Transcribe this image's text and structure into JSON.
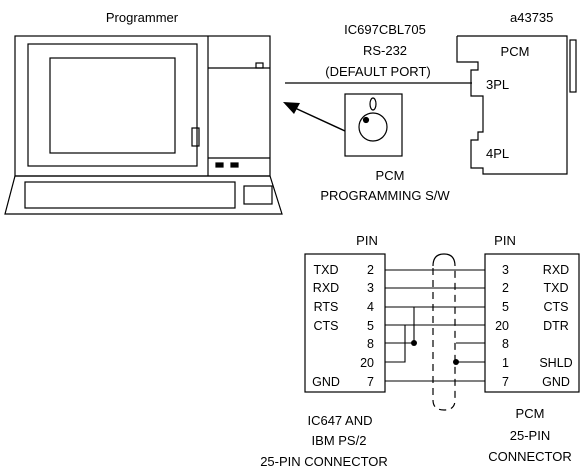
{
  "figure_id": "a43735",
  "programmer": {
    "title": "Programmer"
  },
  "cable": {
    "line1": "IC697CBL705",
    "line2": "RS-232",
    "line3": "(DEFAULT PORT)"
  },
  "pcm_module": {
    "title": "PCM",
    "port_3": "3PL",
    "port_4": "4PL"
  },
  "software": {
    "line1": "PCM",
    "line2": "PROGRAMMING S/W"
  },
  "pinout": {
    "left_header": "PIN",
    "right_header": "PIN",
    "left_rows": [
      {
        "signal": "TXD",
        "pin": "2"
      },
      {
        "signal": "RXD",
        "pin": "3"
      },
      {
        "signal": "RTS",
        "pin": "4"
      },
      {
        "signal": "CTS",
        "pin": "5"
      },
      {
        "signal": "",
        "pin": "8"
      },
      {
        "signal": "",
        "pin": "20"
      },
      {
        "signal": "GND",
        "pin": "7"
      }
    ],
    "right_rows": [
      {
        "pin": "3",
        "signal": "RXD"
      },
      {
        "pin": "2",
        "signal": "TXD"
      },
      {
        "pin": "5",
        "signal": "CTS"
      },
      {
        "pin": "20",
        "signal": "DTR"
      },
      {
        "pin": "8",
        "signal": ""
      },
      {
        "pin": "1",
        "signal": "SHLD"
      },
      {
        "pin": "7",
        "signal": "GND"
      }
    ],
    "left_caption": [
      "IC647 AND",
      "IBM PS/2",
      "25-PIN CONNECTOR"
    ],
    "right_caption": [
      "PCM",
      "25-PIN",
      "CONNECTOR"
    ]
  }
}
